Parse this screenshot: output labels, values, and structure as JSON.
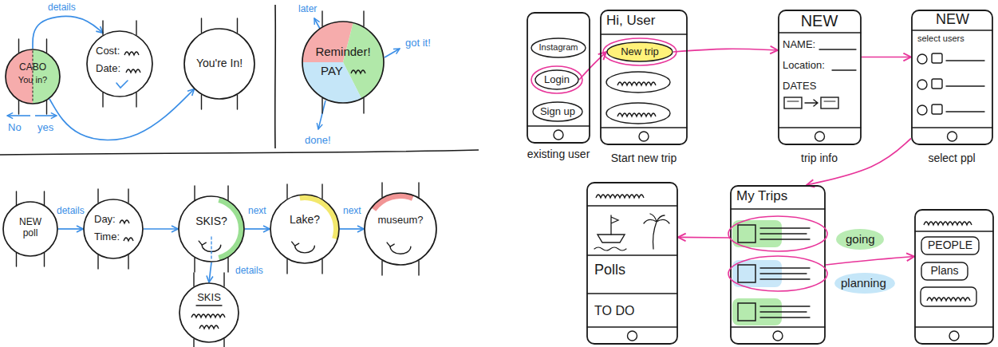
{
  "diagram": {
    "nodes": [
      {
        "text": [
          "CABO",
          "You in?"
        ]
      },
      {
        "text": [
          "Cost:",
          "Date:"
        ]
      },
      {
        "text": [
          "You're In!"
        ]
      },
      {
        "text": [
          "Reminder!",
          "PAY"
        ]
      },
      {
        "text": [
          "NEW poll"
        ]
      },
      {
        "text": [
          "Day:",
          "Time:"
        ]
      },
      {
        "text": [
          "SKIS?"
        ]
      },
      {
        "text": [
          "Lake?"
        ]
      },
      {
        "text": [
          "museum?"
        ]
      },
      {
        "text": [
          "SKIS"
        ]
      },
      {
        "text": [
          "existing user"
        ]
      },
      {
        "text": [
          "Instagram"
        ],
        "in": 10
      },
      {
        "text": [
          "Login"
        ],
        "in": 10
      },
      {
        "text": [
          "Sign up"
        ],
        "in": 10
      },
      {
        "text": [
          "Hi, User",
          "Start new trip"
        ]
      },
      {
        "text": [
          "New trip"
        ],
        "in": 14
      },
      {
        "text": [
          "NEW",
          "NAME:",
          "Location:",
          "DATES",
          "trip info"
        ]
      },
      {
        "text": [
          "NEW",
          "select users",
          "select ppl"
        ]
      },
      {
        "text": [
          "Polls",
          "TO DO"
        ]
      },
      {
        "text": [
          "My Trips"
        ]
      },
      {
        "text": []
      },
      {
        "text": [
          "PEOPLE"
        ],
        "in": 20
      },
      {
        "text": [
          "Plans"
        ],
        "in": 20
      }
    ],
    "edges": [
      {
        "from": 0,
        "to": 1,
        "arrow": "to",
        "label": "details"
      },
      {
        "from": 0,
        "to": 2,
        "arrow": "to"
      },
      {
        "from": 4,
        "to": 5,
        "arrow": "to",
        "label": "details"
      },
      {
        "from": 5,
        "to": 6,
        "arrow": "to"
      },
      {
        "from": 6,
        "to": 7,
        "arrow": "to",
        "label": "next"
      },
      {
        "from": 7,
        "to": 8,
        "arrow": "to",
        "label": "next"
      },
      {
        "from": 6,
        "to": 9,
        "arrow": "to",
        "label": "details"
      },
      {
        "from": 12,
        "to": 15,
        "arrow": "to"
      },
      {
        "from": 15,
        "to": 16,
        "arrow": "to"
      },
      {
        "from": 16,
        "to": 17,
        "arrow": "to"
      },
      {
        "from": 17,
        "to": 19,
        "arrow": "to"
      },
      {
        "from": 19,
        "to": 18,
        "arrow": "to"
      },
      {
        "from": 19,
        "to": 20,
        "arrow": "to"
      }
    ],
    "labels": [
      "No",
      "yes",
      "later",
      "got it!",
      "done!",
      "going",
      "planning"
    ]
  }
}
